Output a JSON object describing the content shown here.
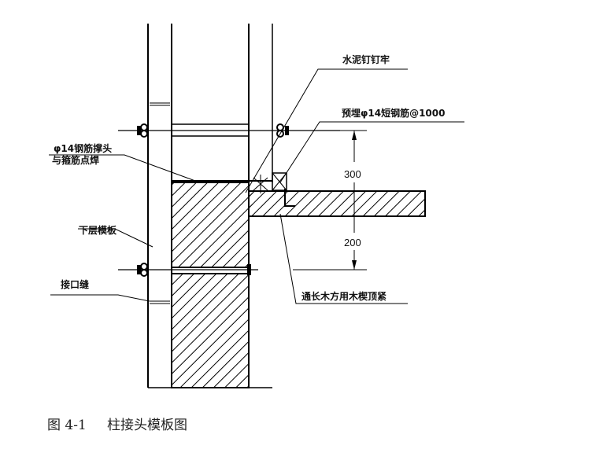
{
  "labels": {
    "cement_nail": "水泥钉钉牢",
    "embedded_rebar": "预埋φ14短钢筋@1000",
    "rebar_brace_line1": "φ14钢筋撑头",
    "rebar_brace_line2": "与箍筋点焊",
    "lower_formwork": "下层模板",
    "joint_seam": "接口缝",
    "timber_wedge": "通长木方用木楔顶紧"
  },
  "dimensions": {
    "upper": "300",
    "lower": "200"
  },
  "caption": {
    "number": "图 4-1",
    "title": "柱接头模板图"
  }
}
